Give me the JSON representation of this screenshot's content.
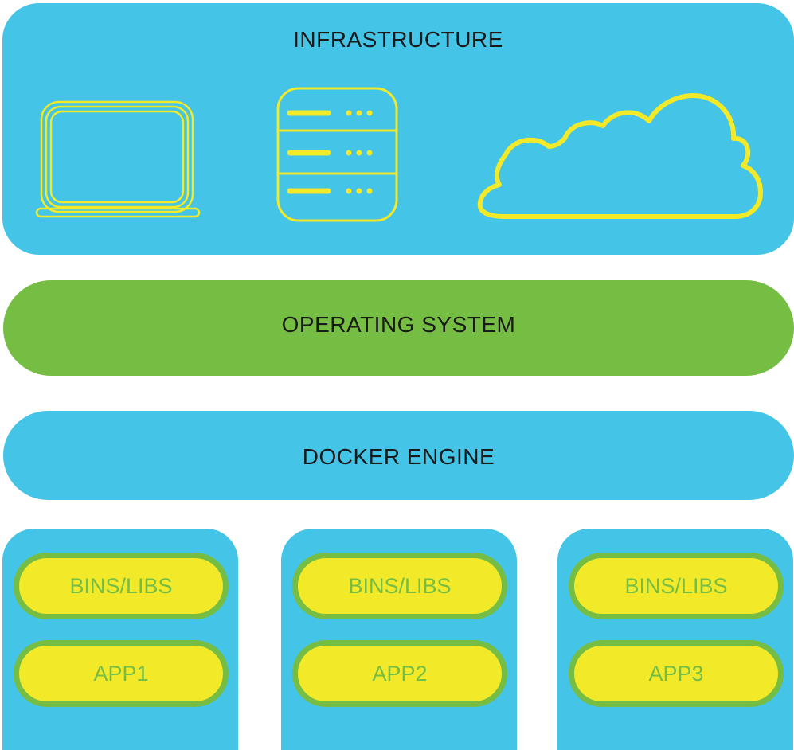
{
  "infrastructure": {
    "label": "INFRASTRUCTURE",
    "icons": [
      "laptop-icon",
      "server-icon",
      "cloud-icon"
    ]
  },
  "operating_system": {
    "label": "OPERATING SYSTEM"
  },
  "docker_engine": {
    "label": "DOCKER ENGINE"
  },
  "containers": [
    {
      "libs_label": "BINS/LIBS",
      "app_label": "APP1"
    },
    {
      "libs_label": "BINS/LIBS",
      "app_label": "APP2"
    },
    {
      "libs_label": "BINS/LIBS",
      "app_label": "APP3"
    }
  ],
  "colors": {
    "blue": "#44c4e6",
    "green": "#76bd43",
    "yellow": "#f2e929",
    "text": "#1a1a1a"
  }
}
